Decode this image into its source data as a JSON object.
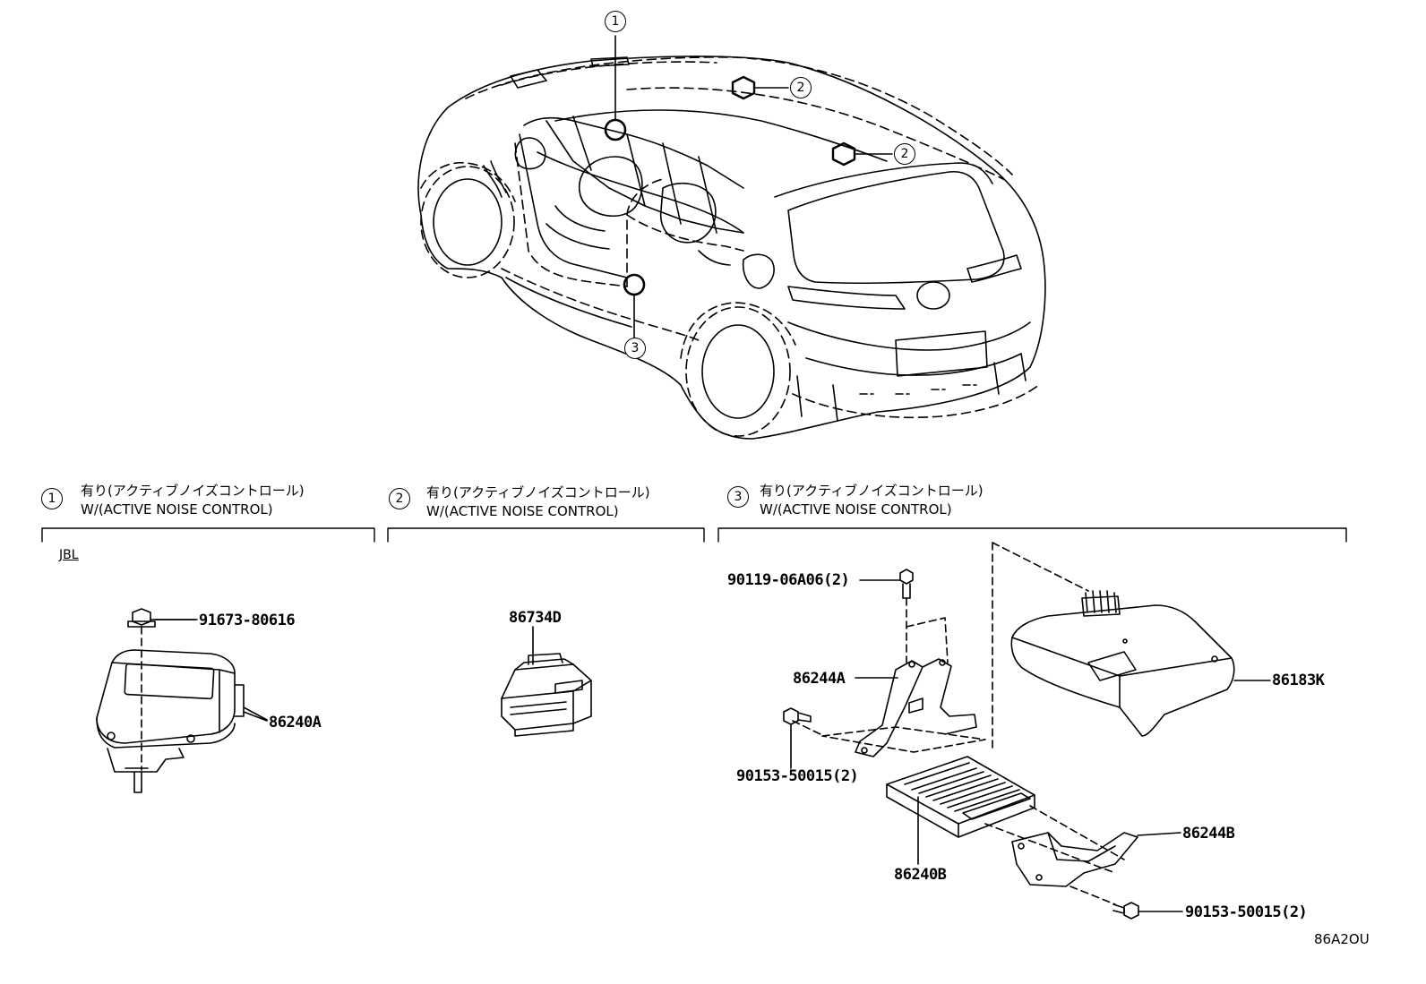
{
  "callouts": {
    "one": "1",
    "two": "2",
    "three": "3"
  },
  "sections": [
    {
      "num": "1",
      "jp": "有り(アクティブノイズコントロール)",
      "en": "W/(ACTIVE NOISE CONTROL)"
    },
    {
      "num": "2",
      "jp": "有り(アクティブノイズコントロール)",
      "en": "W/(ACTIVE NOISE CONTROL)"
    },
    {
      "num": "3",
      "jp": "有り(アクティブノイズコントロール)",
      "en": "W/(ACTIVE NOISE CONTROL)"
    }
  ],
  "variant_tag": "JBL",
  "parts": {
    "p91673": "91673-80616",
    "p86240A": "86240A",
    "p86734D": "86734D",
    "p90119": "90119-06A06(2)",
    "p86244A": "86244A",
    "p86183K": "86183K",
    "p90153a": "90153-50015(2)",
    "p86240B": "86240B",
    "p86244B": "86244B",
    "p90153b": "90153-50015(2)"
  },
  "diagram_code": "86A2OU"
}
